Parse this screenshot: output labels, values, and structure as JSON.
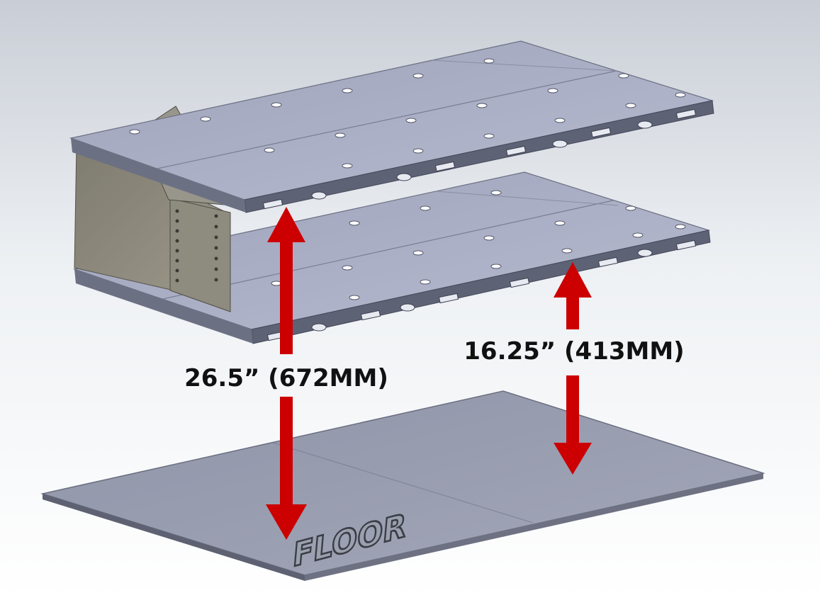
{
  "labels": {
    "upper_dimension": "26.5” (672MM)",
    "lower_dimension": "16.25” (413MM)",
    "floor": "FLOOR"
  },
  "colors": {
    "arrow": "#cc0000",
    "shelf_top": "#a9adc4",
    "shelf_edge": "#5e6275",
    "bracket": "#8a8779",
    "floor": "#9a9eb0",
    "background_top": "#c9ced6"
  }
}
